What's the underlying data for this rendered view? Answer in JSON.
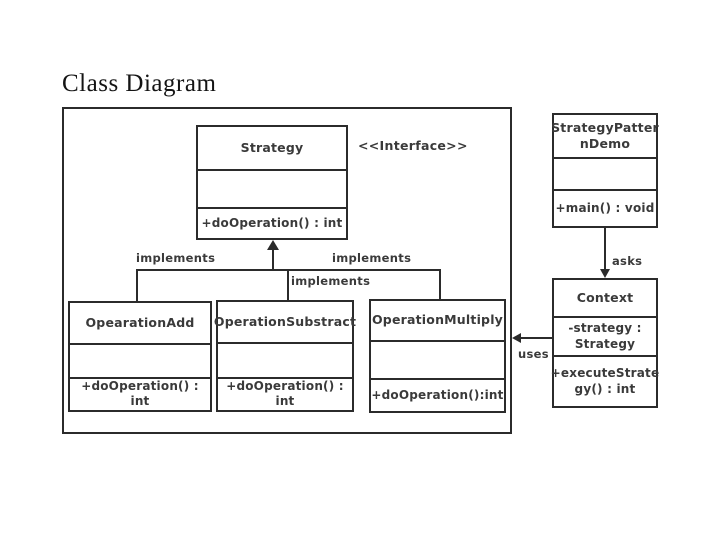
{
  "page": {
    "title": "Class Diagram"
  },
  "colors": {
    "line": "#2b2b2b",
    "text": "#3a3a3a",
    "background": "#ffffff"
  },
  "classes": {
    "strategy": {
      "name": "Strategy",
      "stereotype": "<<Interface>>",
      "attributes": "",
      "methods": "+doOperation()  : int"
    },
    "operation_add": {
      "name": "OpearationAdd",
      "attributes": "",
      "methods": "+doOperation()  : int"
    },
    "operation_substract": {
      "name": "OperationSubstract",
      "attributes": "",
      "methods": "+doOperation()  : int"
    },
    "operation_multiply": {
      "name": "OperationMultiply",
      "attributes": "",
      "methods": "+doOperation():int"
    },
    "strategy_pattern_demo": {
      "name_lines": [
        "StrategyPatter",
        "nDemo"
      ],
      "attributes": "",
      "methods": "+main() : void"
    },
    "context": {
      "name": "Context",
      "attribute_lines": [
        "-strategy :",
        "Strategy"
      ],
      "method_lines": [
        "+executeStrate",
        "gy() : int"
      ]
    }
  },
  "relations": {
    "implements_left": "implements",
    "implements_center": "implements",
    "implements_right": "implements",
    "asks": "asks",
    "uses": "uses"
  }
}
